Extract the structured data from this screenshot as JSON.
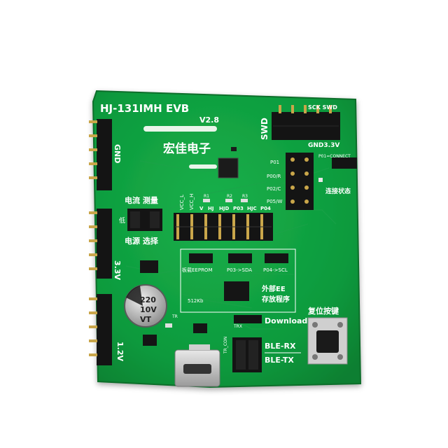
{
  "board": {
    "title": "HJ-131IMH EVB",
    "version": "V2.8",
    "brand_cn": "宏佳电子",
    "colors": {
      "pcb": "#0f9a3c",
      "pcb_edge": "#0a6e2a",
      "silkscreen": "#ffffff",
      "header": "#111111"
    }
  },
  "labels": {
    "gnd_left": "GND",
    "v33_left": "3.3V",
    "v12_left": "1.2V",
    "swd": "SWD",
    "sck_swd": "SCK SWD",
    "gnd33": "GND3.3V",
    "p01": "P01",
    "p00r": "P00/R",
    "p02c": "P02/C",
    "p05w": "P05/W",
    "p01_connect": "P01=CONNECT",
    "connect_state_cn": "连接状态",
    "current_cn": "电流 测量",
    "di": "低",
    "power_cn": "电源 选择",
    "vcc_l": "VCC_L",
    "vcc_h": "VCC_H",
    "r1": "R1",
    "r2": "R2",
    "r3": "R3",
    "row_v": "V",
    "row_hj": "HJ",
    "row_hjd": "HJD",
    "row_p03": "P03",
    "row_hjc": "HJC",
    "row_p04": "P04",
    "eeprom": "板载EEPROM",
    "p03_sda": "P03->SDA",
    "p04_scl": "P04->SCL",
    "ext_ee_cn": "外部EE",
    "store_cn": "存放程序",
    "kb512": "512Kb",
    "cap_220": "220",
    "cap_10v": "10V",
    "cap_vt": "VT",
    "download": "Download",
    "reset_cn": "复位按键",
    "ble_rx": "BLE-RX",
    "ble_tx": "BLE-TX",
    "trx": "TRX",
    "tr": "TR",
    "tr_con": "TR_CON"
  }
}
